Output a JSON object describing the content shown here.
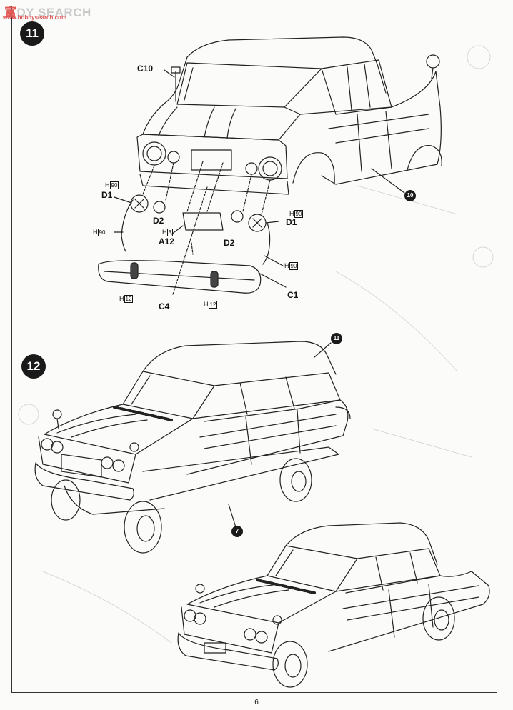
{
  "watermark": {
    "logo_cn": "富",
    "logo_text": "DY SEARCH",
    "url": "www.hobbysearch.com"
  },
  "steps": [
    {
      "number": "11"
    },
    {
      "number": "12"
    }
  ],
  "callouts": [
    {
      "text": "10"
    },
    {
      "text": "11"
    },
    {
      "text": "7"
    }
  ],
  "part_labels": [
    "C10",
    "D1",
    "D2",
    "A12",
    "D2",
    "D1",
    "C1",
    "C4"
  ],
  "qty_markers": [
    {
      "prefix": "H",
      "count": "90"
    },
    {
      "prefix": "H",
      "count": "90"
    },
    {
      "prefix": "H",
      "count": "8"
    },
    {
      "prefix": "H",
      "count": "90"
    },
    {
      "prefix": "H",
      "count": "90"
    },
    {
      "prefix": "H",
      "count": "12"
    },
    {
      "prefix": "H",
      "count": "12"
    }
  ],
  "page": {
    "number": "6"
  }
}
